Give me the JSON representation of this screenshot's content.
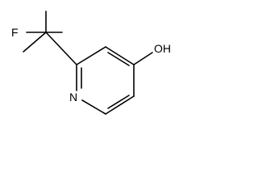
{
  "structure": {
    "bond_color": "#000000",
    "background_color": "#ffffff",
    "atoms": {
      "fluorine": "F",
      "nitrogen": "N",
      "hydroxyl": "OH"
    }
  }
}
